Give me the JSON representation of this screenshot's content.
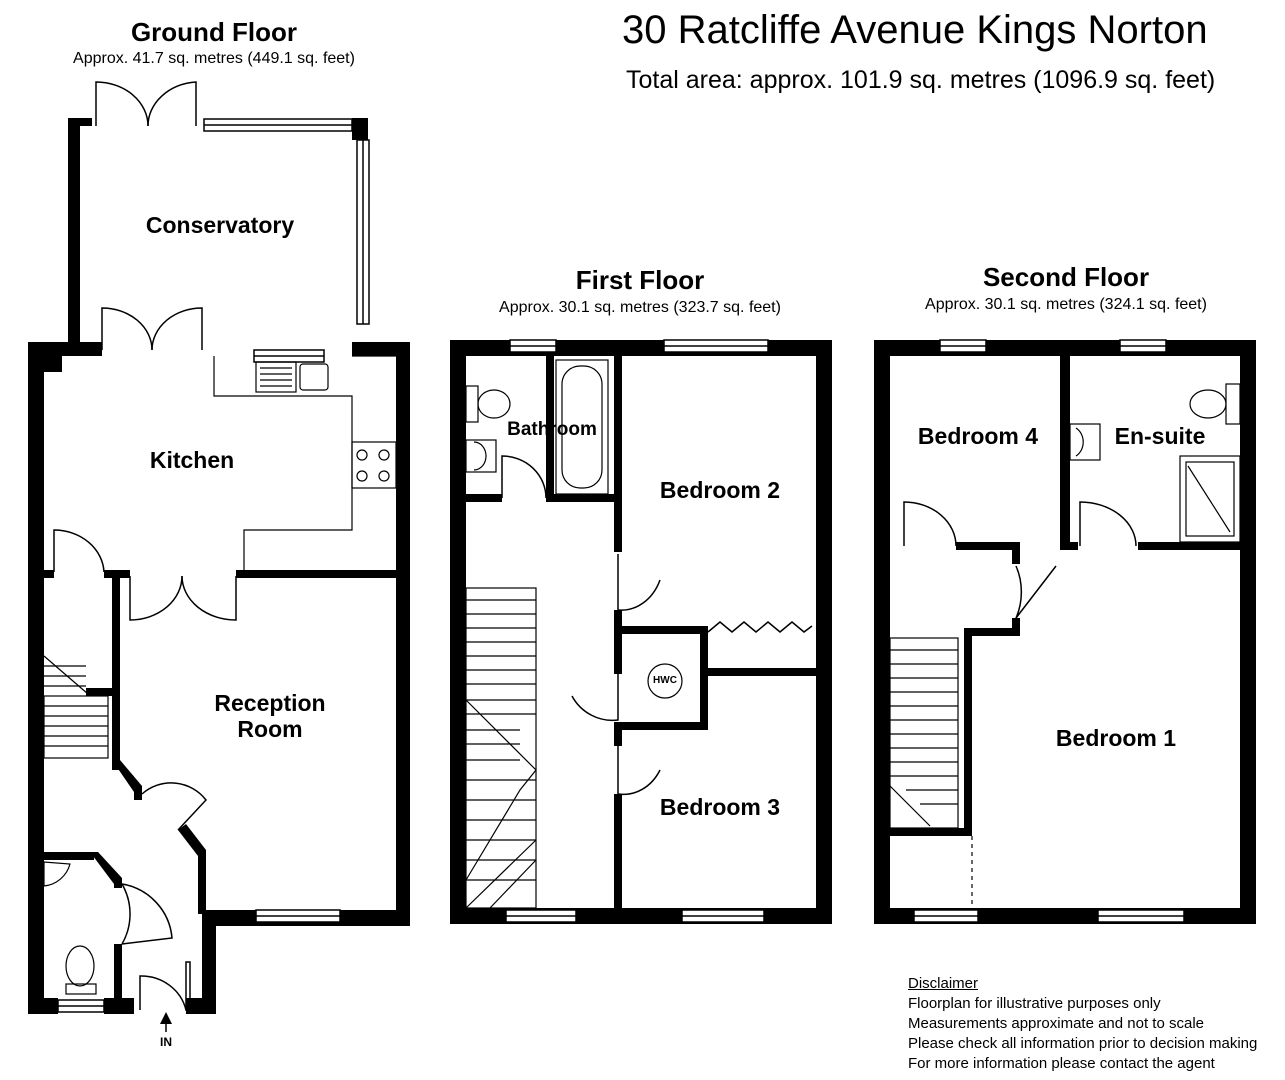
{
  "title": "30 Ratcliffe Avenue Kings Norton",
  "total_area": "Total area: approx. 101.9 sq. metres (1096.9 sq. feet)",
  "floors": [
    {
      "name": "Ground Floor",
      "area": "Approx. 41.7 sq. metres (449.1 sq. feet)"
    },
    {
      "name": "First Floor",
      "area": "Approx. 30.1 sq. metres (323.7 sq. feet)"
    },
    {
      "name": "Second Floor",
      "area": "Approx. 30.1 sq. metres (324.1 sq. feet)"
    }
  ],
  "rooms": {
    "conservatory": "Conservatory",
    "kitchen": "Kitchen",
    "reception_line1": "Reception",
    "reception_line2": "Room",
    "bathroom": "Bathroom",
    "bedroom2": "Bedroom 2",
    "bedroom3": "Bedroom 3",
    "hwc": "HWC",
    "bedroom4": "Bedroom 4",
    "ensuite": "En-suite",
    "bedroom1": "Bedroom 1"
  },
  "entrance_label": "IN",
  "disclaimer": {
    "heading": "Disclaimer",
    "lines": [
      "Floorplan for illustrative purposes only",
      "Measurements approximate and not to scale",
      "Please check all information prior to decision making",
      "For more information please contact the agent"
    ]
  },
  "colors": {
    "wall": "#000000",
    "background": "#ffffff",
    "fixture": "#555555"
  }
}
